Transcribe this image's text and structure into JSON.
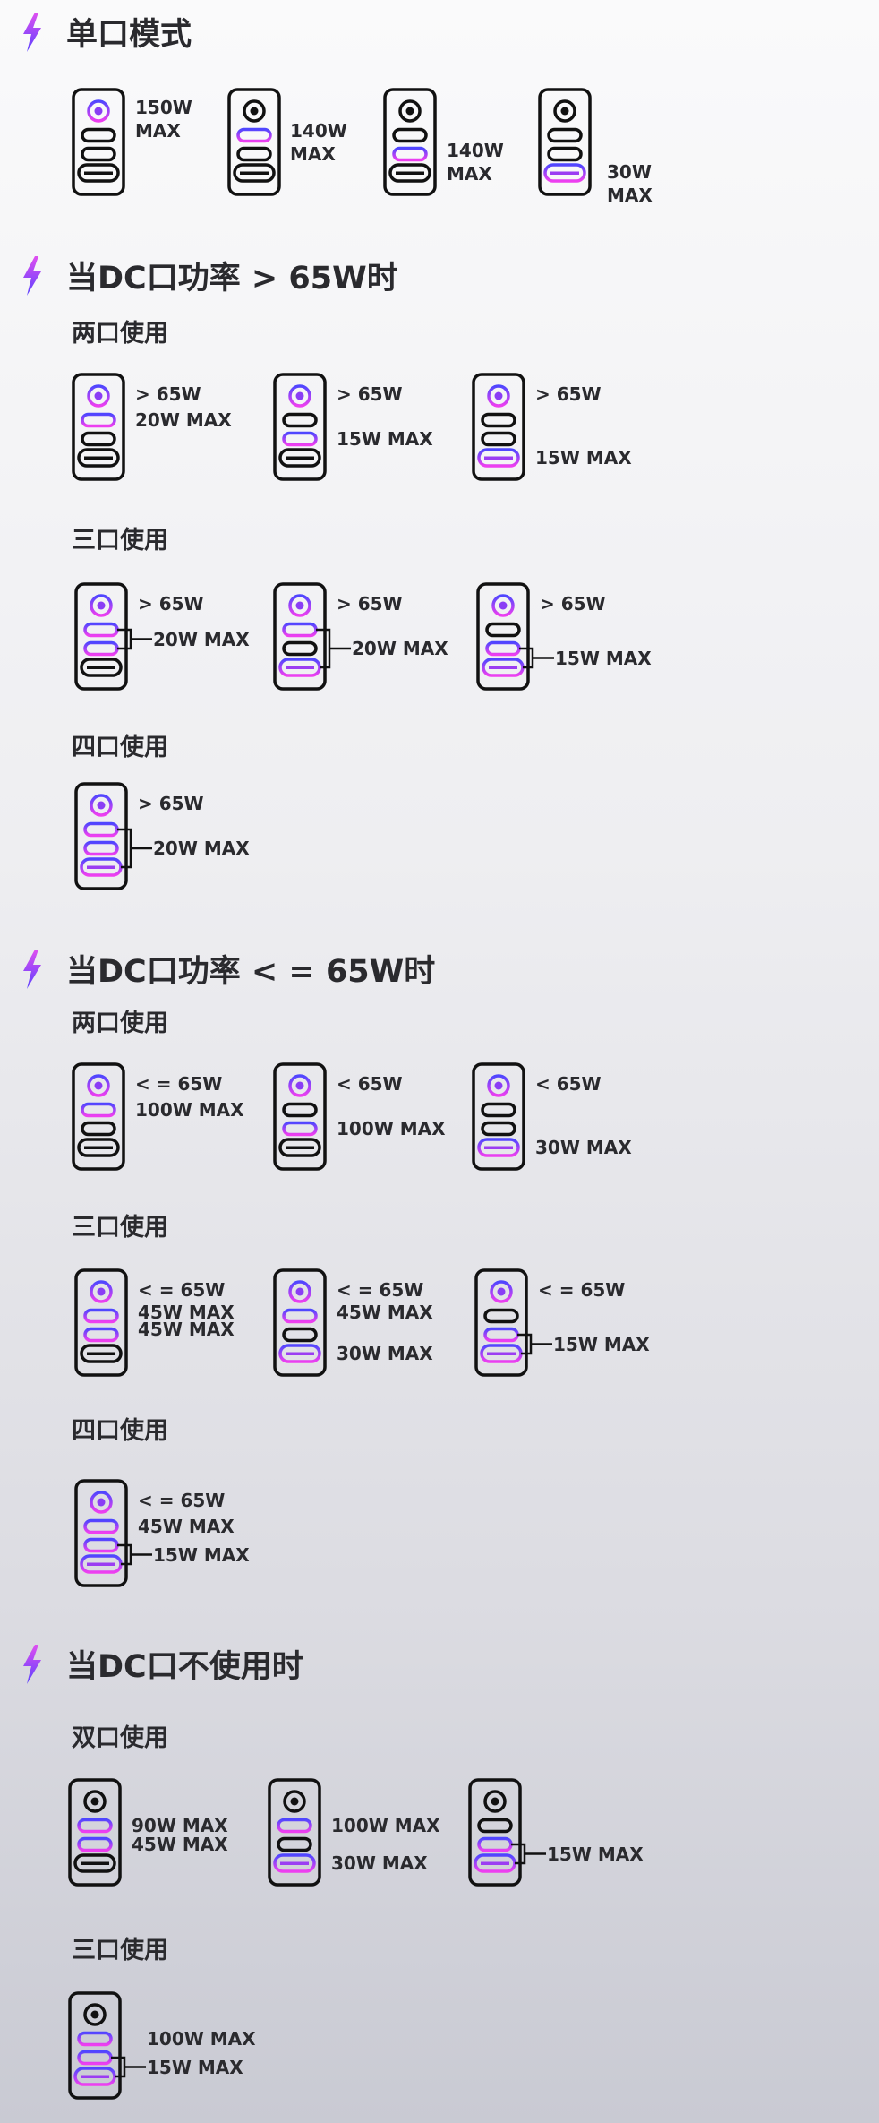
{
  "colors": {
    "active_top": "#4f46ff",
    "active_bottom": "#ee3ff0",
    "inactive": "#111111"
  },
  "sections": [
    {
      "title": "单口模式",
      "groups": [
        {
          "subtitle": "",
          "devices": [
            {
              "ports": [
                "dc"
              ],
              "labels": [
                {
                  "text": "150W"
                },
                {
                  "text": "MAX"
                }
              ]
            },
            {
              "ports": [
                "c1"
              ],
              "labels": [
                {
                  "text": "140W"
                },
                {
                  "text": "MAX"
                }
              ]
            },
            {
              "ports": [
                "c2"
              ],
              "labels": [
                {
                  "text": "140W"
                },
                {
                  "text": "MAX"
                }
              ]
            },
            {
              "ports": [
                "a"
              ],
              "labels": [
                {
                  "text": "30W"
                },
                {
                  "text": "MAX"
                }
              ]
            }
          ]
        }
      ]
    },
    {
      "title": "当DC口功率 > 65W时",
      "groups": [
        {
          "subtitle": "两口使用",
          "devices": [
            {
              "ports": [
                "dc",
                "c1"
              ],
              "labels": [
                {
                  "text": "> 65W",
                  "port": "dc"
                },
                {
                  "text": "20W MAX",
                  "port": "c1"
                }
              ]
            },
            {
              "ports": [
                "dc",
                "c2"
              ],
              "labels": [
                {
                  "text": "> 65W",
                  "port": "dc"
                },
                {
                  "text": "15W MAX",
                  "port": "c2"
                }
              ]
            },
            {
              "ports": [
                "dc",
                "a"
              ],
              "labels": [
                {
                  "text": "> 65W",
                  "port": "dc"
                },
                {
                  "text": "15W MAX",
                  "port": "a"
                }
              ]
            }
          ]
        },
        {
          "subtitle": "三口使用",
          "devices": [
            {
              "ports": [
                "dc",
                "c1",
                "c2"
              ],
              "labels": [
                {
                  "text": "> 65W",
                  "port": "dc"
                }
              ],
              "bracket": {
                "from": "c1",
                "to": "c2",
                "text": "20W MAX"
              }
            },
            {
              "ports": [
                "dc",
                "c1",
                "a"
              ],
              "labels": [
                {
                  "text": "> 65W",
                  "port": "dc"
                }
              ],
              "bracket": {
                "from": "c1",
                "to": "a",
                "text": "20W MAX"
              }
            },
            {
              "ports": [
                "dc",
                "c2",
                "a"
              ],
              "labels": [
                {
                  "text": "> 65W",
                  "port": "dc"
                }
              ],
              "bracket": {
                "from": "c2",
                "to": "a",
                "text": "15W MAX"
              }
            }
          ]
        },
        {
          "subtitle": "四口使用",
          "devices": [
            {
              "ports": [
                "dc",
                "c1",
                "c2",
                "a"
              ],
              "labels": [
                {
                  "text": "> 65W",
                  "port": "dc"
                }
              ],
              "bracket": {
                "from": "c1",
                "to": "a",
                "text": "20W MAX"
              }
            }
          ]
        }
      ]
    },
    {
      "title": "当DC口功率 < = 65W时",
      "groups": [
        {
          "subtitle": "两口使用",
          "devices": [
            {
              "ports": [
                "dc",
                "c1"
              ],
              "labels": [
                {
                  "text": "< = 65W",
                  "port": "dc"
                },
                {
                  "text": "100W MAX",
                  "port": "c1"
                }
              ]
            },
            {
              "ports": [
                "dc",
                "c2"
              ],
              "labels": [
                {
                  "text": "< 65W",
                  "port": "dc"
                },
                {
                  "text": "100W MAX",
                  "port": "c2"
                }
              ]
            },
            {
              "ports": [
                "dc",
                "a"
              ],
              "labels": [
                {
                  "text": "< 65W",
                  "port": "dc"
                },
                {
                  "text": "30W MAX",
                  "port": "a"
                }
              ]
            }
          ]
        },
        {
          "subtitle": "三口使用",
          "devices": [
            {
              "ports": [
                "dc",
                "c1",
                "c2"
              ],
              "labels": [
                {
                  "text": "< = 65W",
                  "port": "dc"
                },
                {
                  "text": "45W MAX",
                  "port": "c1"
                },
                {
                  "text": "45W MAX",
                  "port": "c2"
                }
              ]
            },
            {
              "ports": [
                "dc",
                "c1",
                "a"
              ],
              "labels": [
                {
                  "text": "< = 65W",
                  "port": "dc"
                },
                {
                  "text": "45W MAX",
                  "port": "c1"
                },
                {
                  "text": "30W MAX",
                  "port": "a"
                }
              ]
            },
            {
              "ports": [
                "dc",
                "c2",
                "a"
              ],
              "labels": [
                {
                  "text": "< = 65W",
                  "port": "dc"
                }
              ],
              "bracket": {
                "from": "c2",
                "to": "a",
                "text": "15W MAX"
              }
            }
          ]
        },
        {
          "subtitle": "四口使用",
          "devices": [
            {
              "ports": [
                "dc",
                "c1",
                "c2",
                "a"
              ],
              "labels": [
                {
                  "text": "< = 65W",
                  "port": "dc"
                },
                {
                  "text": "45W MAX",
                  "port": "c1"
                }
              ],
              "bracket": {
                "from": "c2",
                "to": "a",
                "text": "15W MAX"
              }
            }
          ]
        }
      ]
    },
    {
      "title": "当DC口不使用时",
      "groups": [
        {
          "subtitle": "双口使用",
          "devices": [
            {
              "ports": [
                "c1",
                "c2"
              ],
              "labels": [
                {
                  "text": "90W MAX",
                  "port": "c1"
                },
                {
                  "text": "45W MAX",
                  "port": "c2"
                }
              ]
            },
            {
              "ports": [
                "c1",
                "a"
              ],
              "labels": [
                {
                  "text": "100W MAX",
                  "port": "c1"
                },
                {
                  "text": "30W MAX",
                  "port": "a"
                }
              ]
            },
            {
              "ports": [
                "c2",
                "a"
              ],
              "labels": [],
              "bracket": {
                "from": "c2",
                "to": "a",
                "text": "15W MAX"
              }
            }
          ]
        },
        {
          "subtitle": "三口使用",
          "devices": [
            {
              "ports": [
                "c1",
                "c2",
                "a"
              ],
              "labels": [
                {
                  "text": "100W MAX",
                  "port": "c1"
                }
              ],
              "bracket": {
                "from": "c2",
                "to": "a",
                "text": "15W MAX"
              }
            }
          ]
        }
      ]
    }
  ]
}
